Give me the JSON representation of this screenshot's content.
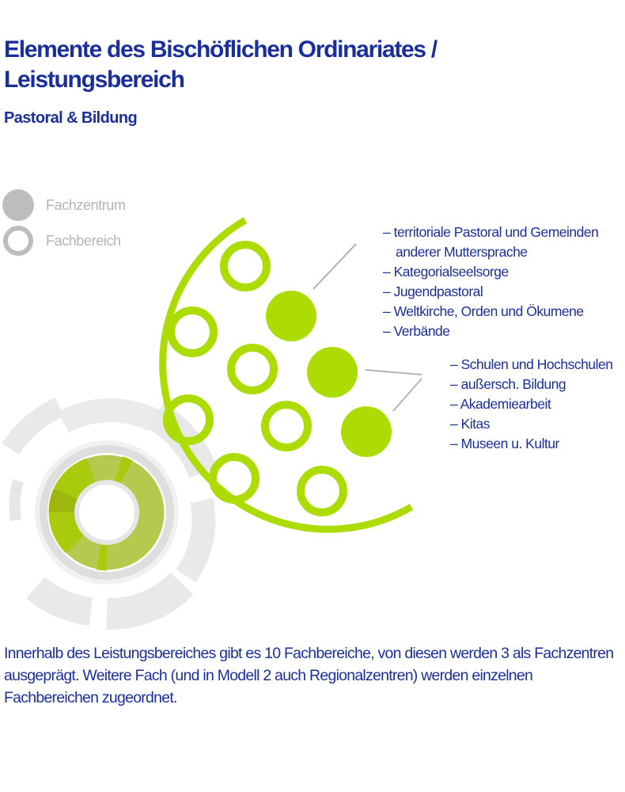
{
  "header": {
    "title_line1": "Elemente des Bischöflichen Ordinariates /",
    "title_line2": "Leistungsbereich",
    "subtitle": "Pastoral & Bildung"
  },
  "legend": {
    "items": [
      {
        "label": "Fachzentrum",
        "icon": "filled-circle-icon"
      },
      {
        "label": "Fachbereich",
        "icon": "outline-circle-icon"
      }
    ]
  },
  "callouts": {
    "group1": [
      "– territoriale Pastoral und Gemeinden",
      "anderer Muttersprache",
      "– Kategorialseelsorge",
      "– Jugendpastoral",
      "– Weltkirche, Orden und Ökumene",
      "– Verbände"
    ],
    "group2": [
      "– Schulen und Hochschulen",
      "– außersch. Bildung",
      "– Akademiearbeit",
      "– Kitas",
      "– Museen u. Kultur"
    ]
  },
  "description": "Innerhalb des Leistungsbereiches gibt es 10 Fachbereiche, von diesen werden 3 als Fachzentren ausgeprägt. Weitere Fach (und in Modell 2 auch Regionalzentren) werden einzelnen Fachbereichen zugeordnet.",
  "colors": {
    "title": "#1b2f9a",
    "accent_green": "#addc05",
    "legend_gray": "#b4b4b4"
  }
}
